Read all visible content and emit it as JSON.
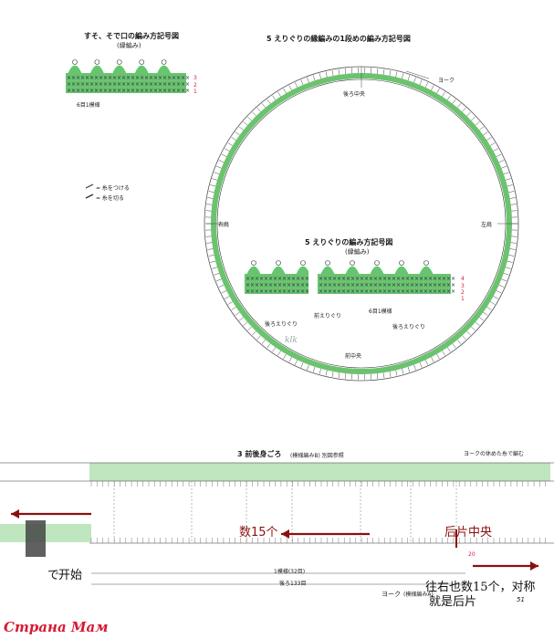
{
  "top_left": {
    "title": "すそ、そで口の編み方記号図",
    "subtitle": "(縁編み)",
    "repeat_label": "6目1模様",
    "rows": [
      "3",
      "2",
      "1"
    ]
  },
  "legend": {
    "attach": "= 糸をつける",
    "cut": "= 糸を切る"
  },
  "collar_round1": {
    "title": "5 えりぐりの縁編みの1段めの編み方記号図",
    "yoke": "ヨーク",
    "back_center": "後ろ中央",
    "right_shoulder": "右肩",
    "left_shoulder": "左肩",
    "front_center": "前中央"
  },
  "collar_detail": {
    "title": "5 えりぐりの編み方記号図",
    "subtitle": "(縁編み)",
    "repeat_label": "6目1模様",
    "front_collar": "前えりぐり",
    "back_collar_left": "後ろえりぐり",
    "back_collar_right": "後ろえりぐり",
    "rows": [
      "4",
      "3",
      "2",
      "1"
    ],
    "watermark": "klk"
  },
  "body": {
    "title": "3 前後身ごろ",
    "subtitle": "(模様編みB) 別図参照",
    "yoke_note": "ヨークの休めた糸で編む",
    "pattern_count": "1模様(32目)",
    "back_count": "後ろ133目",
    "yoke_label": "ヨーク",
    "yoke_sub": "(模様編みA)",
    "row_count": "20",
    "page_number": "51"
  },
  "annotations": {
    "count15": "数15个",
    "back_center_cn": "后片中央",
    "start": "开始",
    "start_prefix": "で",
    "symmetric_line1": "往右也数15个，对称",
    "symmetric_line2": "就是后片"
  },
  "watermark": "Страна Мам",
  "colors": {
    "green": "#6cc36f",
    "dark_red": "#8a1010",
    "row_red": "#d21e3c"
  }
}
